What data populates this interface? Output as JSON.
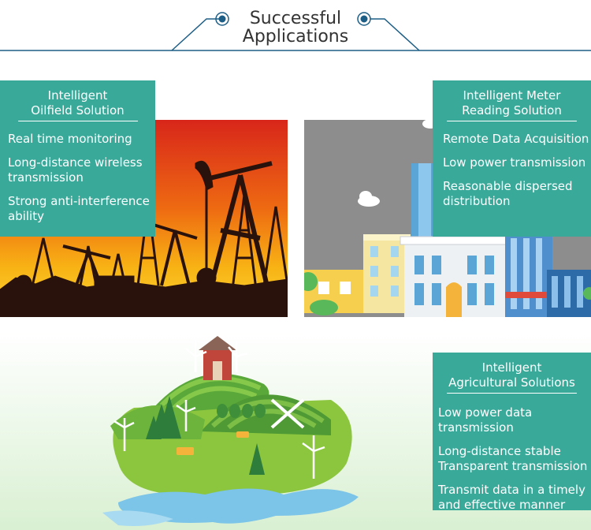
{
  "header": {
    "title_line1": "Successful",
    "title_line2": "Applications"
  },
  "oilfield": {
    "title_line1": "Intelligent",
    "title_line2": "Oilfield Solution",
    "items": [
      "Real time monitoring",
      "Long-distance wireless transmission",
      "Strong anti-interference ability"
    ]
  },
  "meter": {
    "title_line1": "Intelligent Meter",
    "title_line2": "Reading Solution",
    "items": [
      "Remote Data Acquisition",
      "Low power transmission",
      "Reasonable dispersed distribution"
    ]
  },
  "agriculture": {
    "title_line1": "Intelligent",
    "title_line2": "Agricultural Solutions",
    "items": [
      "Low power data transmission",
      "Long-distance stable Transparent transmission",
      "Transmit data in a timely and effective manner"
    ]
  },
  "colors": {
    "accent": "#39a99a",
    "header_line": "#1d5e86"
  }
}
